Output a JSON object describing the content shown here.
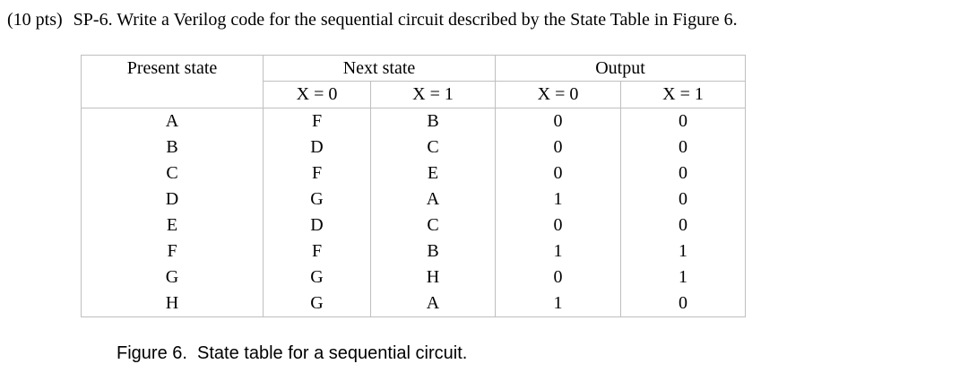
{
  "colors": {
    "border": "#bfbfbf",
    "text": "#000000",
    "background": "#ffffff"
  },
  "question": {
    "points_label": "(10 pts)",
    "text": "SP-6. Write a Verilog code for the sequential circuit described by the State Table in Figure 6."
  },
  "figure": {
    "table": {
      "group_headers": {
        "present_state": "Present state",
        "next_state": "Next state",
        "output": "Output"
      },
      "sub_headers": [
        "X = 0",
        "X = 1",
        "X = 0",
        "X = 1"
      ],
      "rows": [
        {
          "present": "A",
          "next_x0": "F",
          "next_x1": "B",
          "out_x0": "0",
          "out_x1": "0"
        },
        {
          "present": "B",
          "next_x0": "D",
          "next_x1": "C",
          "out_x0": "0",
          "out_x1": "0"
        },
        {
          "present": "C",
          "next_x0": "F",
          "next_x1": "E",
          "out_x0": "0",
          "out_x1": "0"
        },
        {
          "present": "D",
          "next_x0": "G",
          "next_x1": "A",
          "out_x0": "1",
          "out_x1": "0"
        },
        {
          "present": "E",
          "next_x0": "D",
          "next_x1": "C",
          "out_x0": "0",
          "out_x1": "0"
        },
        {
          "present": "F",
          "next_x0": "F",
          "next_x1": "B",
          "out_x0": "1",
          "out_x1": "1"
        },
        {
          "present": "G",
          "next_x0": "G",
          "next_x1": "H",
          "out_x0": "0",
          "out_x1": "1"
        },
        {
          "present": "H",
          "next_x0": "G",
          "next_x1": "A",
          "out_x0": "1",
          "out_x1": "0"
        }
      ]
    },
    "caption": "Figure 6.  State table for a sequential circuit."
  }
}
